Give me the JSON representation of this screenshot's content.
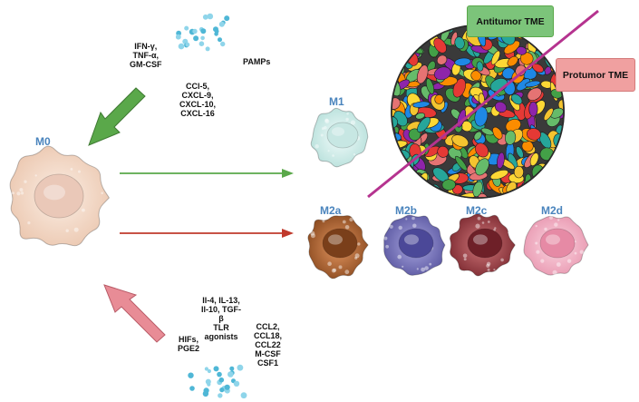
{
  "labels": {
    "m0": "M0",
    "m1": "M1",
    "m2a": "M2a",
    "m2b": "M2b",
    "m2c": "M2c",
    "m2d": "M2d",
    "antitumor": "Antitumor TME",
    "protumor": "Protumor TME",
    "pamps": "PAMPs",
    "ifn": [
      "IFN-γ,",
      "TNF-α,",
      "GM-CSF"
    ],
    "ccl_m1": [
      "CCl-5,",
      "CXCL-9,",
      "CXCL-10,",
      "CXCL-16"
    ],
    "il": [
      "Il-4, IL-13,",
      "Il-10, TGF-",
      "β",
      "TLR",
      "agonists"
    ],
    "hifs": [
      "HIFs,",
      "PGE2"
    ],
    "ccl_m2": [
      "CCL2,",
      "CCL18,",
      "CCL22",
      "M-CSF",
      "CSF1"
    ]
  },
  "colors": {
    "title_blue": "#4a84bd",
    "green_arrow": "#5aa84a",
    "red_arrow": "#c0392b",
    "antitumor_box": "#7cc47a",
    "protumor_box": "#f0a0a0",
    "divider": "#b5338f",
    "m0": "#f4dccb",
    "m1": "#d6efec",
    "m2a": "#c8743f",
    "m2b": "#8a86c8",
    "m2c": "#b8565a",
    "m2d": "#f2b5c8",
    "dots": "#4fb7d6"
  }
}
